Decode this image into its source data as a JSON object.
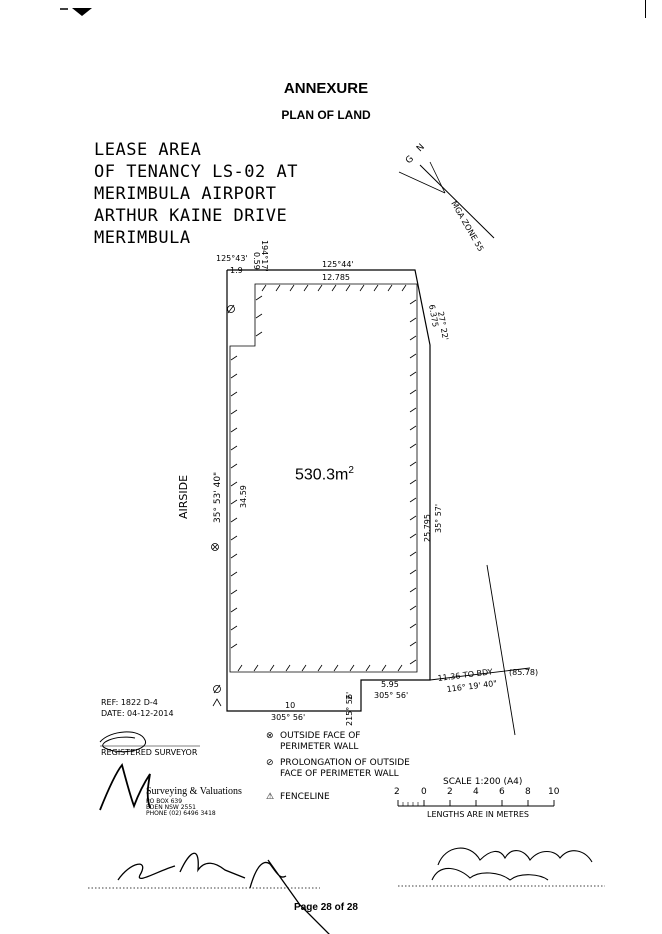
{
  "header": {
    "title": "ANNEXURE",
    "subtitle": "PLAN OF LAND"
  },
  "lease_lines": [
    "LEASE AREA",
    "OF TENANCY LS-02 AT",
    "MERIMBULA AIRPORT",
    "ARTHUR KAINE DRIVE",
    "MERIMBULA"
  ],
  "north": {
    "g": "G",
    "n": "N",
    "zone": "MGA ZONE 55"
  },
  "plan": {
    "area": "530.3m",
    "area_sup": "2",
    "top_left_bearing": "125°43'",
    "top_left_dist": "1.9",
    "notch_bearing": "194°17'",
    "notch_dist": "0.59",
    "top_bearing": "125°44'",
    "top_dist": "12.785",
    "right_upper_bearing": "27° 22'",
    "right_upper_dist": "6.375",
    "left_bearing": "35° 53' 40\"",
    "left_dist": "34.59",
    "right_bearing": "35° 57'",
    "right_dist": "25.795",
    "bottom_right_dist": "5.95",
    "bottom_right_bearing": "305° 56'",
    "step_bearing": "215° 56'",
    "step_dist": "2",
    "bottom_dist": "10",
    "bottom_bearing": "305° 56'",
    "body_label": "11.36 TO BDY",
    "body_bearing": "116° 19' 40\"",
    "body_total": "(85.78)",
    "airside": "AIRSIDE"
  },
  "ref": {
    "ref": "REF: 1822 D-4",
    "date": "DATE: 04-12-2014",
    "registered": "REGISTERED SURVEYOR"
  },
  "company": {
    "name": "Surveying & Valuations",
    "line1": "PO BOX 639",
    "line2": "EDEN  NSW  2551",
    "line3": "PHONE (02) 6496 3418"
  },
  "legend": {
    "outside_1": "OUTSIDE FACE OF",
    "outside_2": "PERIMETER WALL",
    "prolong_1": "PROLONGATION OF OUTSIDE",
    "prolong_2": "FACE OF PERIMETER WALL",
    "fence": "FENCELINE"
  },
  "scale": {
    "label": "SCALE  1:200 (A4)",
    "ticks": [
      "2",
      "0",
      "2",
      "4",
      "6",
      "8",
      "10"
    ],
    "units": "LENGTHS ARE IN METRES"
  },
  "footer": {
    "page": "Page 28 of 28"
  }
}
